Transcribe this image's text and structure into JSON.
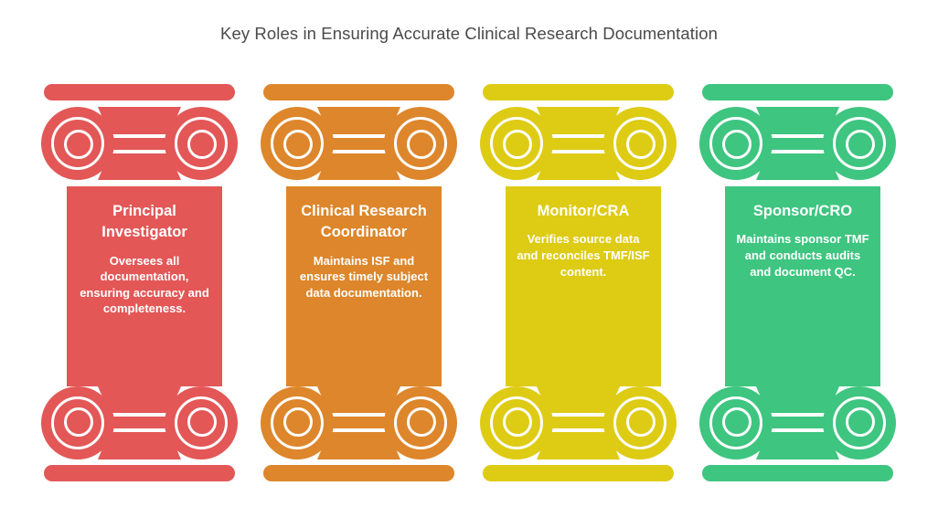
{
  "page": {
    "title": "Key Roles in Ensuring Accurate Clinical Research Documentation",
    "background_color": "#ffffff",
    "title_color": "#4a4a4a"
  },
  "columns": [
    {
      "id": "principal-investigator",
      "role": "Principal Investigator",
      "description": "Oversees all documentation, ensuring accuracy and completeness.",
      "color": "#e35757",
      "text_color": "#ffffff",
      "icon": "ionic-column-icon"
    },
    {
      "id": "clinical-research-coordinator",
      "role": "Clinical Research Coordinator",
      "description": "Maintains ISF and ensures timely subject data documentation.",
      "color": "#dd862b",
      "text_color": "#ffffff",
      "icon": "ionic-column-icon"
    },
    {
      "id": "monitor-cra",
      "role": "Monitor/CRA",
      "description": "Verifies source data and reconciles TMF/ISF content.",
      "color": "#decb14",
      "text_color": "#ffffff",
      "icon": "ionic-column-icon"
    },
    {
      "id": "sponsor-cro",
      "role": "Sponsor/CRO",
      "description": "Maintains sponsor TMF and conducts audits and document QC.",
      "color": "#3ec580",
      "text_color": "#ffffff",
      "icon": "ionic-column-icon"
    }
  ]
}
